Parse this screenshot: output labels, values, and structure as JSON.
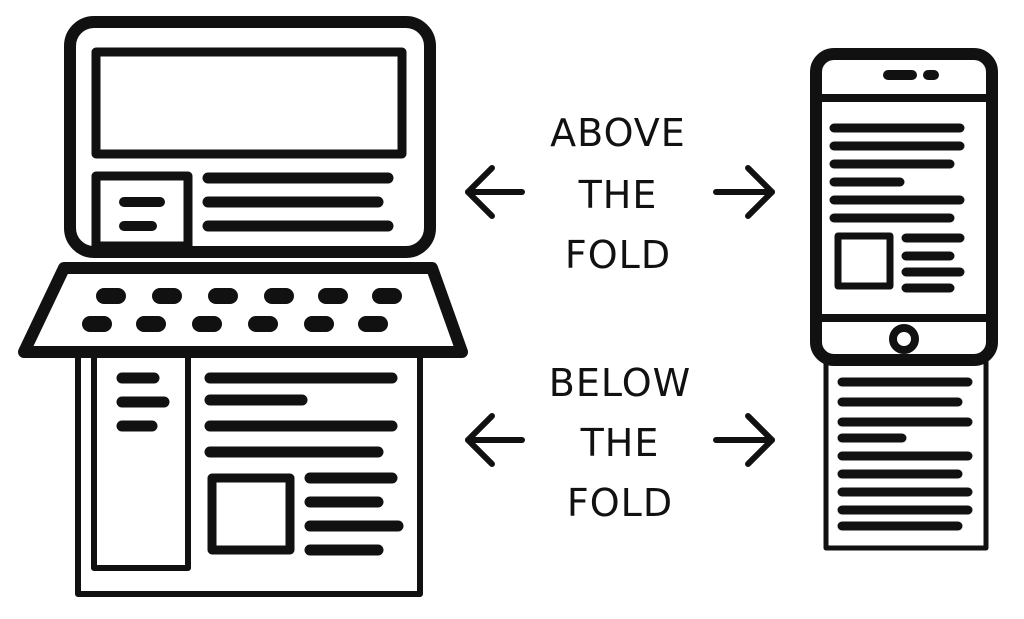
{
  "labels": {
    "above": [
      "ABOVE",
      "THE",
      "FOLD"
    ],
    "below": [
      "BELOW",
      "THE",
      "FOLD"
    ]
  },
  "icons": {
    "laptop": "laptop-icon",
    "phone": "smartphone-icon",
    "arrow_left": "arrow-left-icon",
    "arrow_right": "arrow-right-icon"
  },
  "colors": {
    "ink": "#111111",
    "background": "#ffffff"
  }
}
